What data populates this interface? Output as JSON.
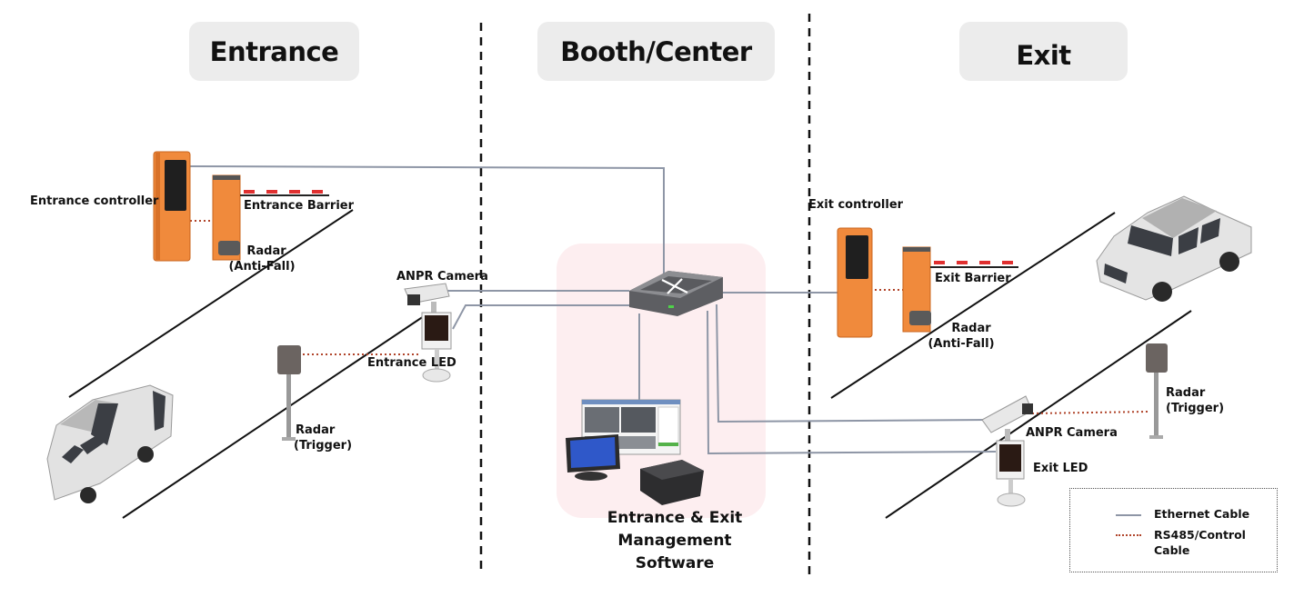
{
  "zones": {
    "entrance": "Entrance",
    "booth": "Booth/Center",
    "exit": "Exit"
  },
  "entrance": {
    "controller": "Entrance controller",
    "barrier": "Entrance Barrier",
    "radar_antifall": [
      "Radar",
      "(Anti-Fall)"
    ],
    "anpr_camera": "ANPR Camera",
    "led": "Entrance LED",
    "radar_trigger": [
      "Radar",
      "(Trigger)"
    ]
  },
  "booth": {
    "software": [
      "Entrance & Exit",
      "Management",
      "Software"
    ]
  },
  "exit": {
    "controller": "Exit controller",
    "barrier": "Exit Barrier",
    "radar_antifall": [
      "Radar",
      "(Anti-Fall)"
    ],
    "anpr_camera": "ANPR Camera",
    "led": "Exit LED",
    "radar_trigger": [
      "Radar",
      "(Trigger)"
    ]
  },
  "legend": {
    "items": [
      {
        "label": "Ethernet Cable",
        "style": "solid",
        "color": "#8e96a6"
      },
      {
        "label": "RS485/Control Cable",
        "style": "dotted",
        "color": "#b0442a"
      }
    ]
  },
  "colors": {
    "ethernet": "#8e96a6",
    "rs485": "#b0442a",
    "controller_orange": "#f08a3c",
    "booth_bg": "#fdeef0",
    "zone_title_bg": "#ececec",
    "barrier_red": "#e03030"
  }
}
